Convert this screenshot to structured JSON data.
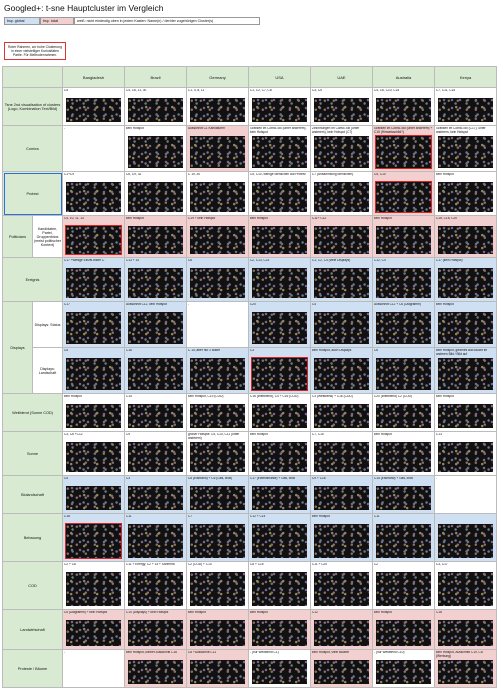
{
  "title": "Googled+: t-sne Hauptcluster im Vergleich",
  "legend": {
    "global": "bsp. global",
    "local": "bsp. lokal",
    "unclear": "weiß: nicht eindeutig\noben in jedem Kasten: Name(n) / der/der zugehörigen Cluster(s)"
  },
  "note": "Roter Rahmen, wo hohe Clusterung in einer vielstelliger Kuriositäten Partie. Für Methodenrahmen.",
  "countries": [
    "Bangladesh",
    "Brazil",
    "Germany",
    "USA",
    "UAE",
    "Australia",
    "Kenya"
  ],
  "rows": [
    {
      "label": "Tsne 2nd visualisation of clusters (Logo, Kombination Text/Bild)",
      "sub": "",
      "cells": [
        {
          "t": "C5",
          "bg": "white"
        },
        {
          "t": "C4, C6, 11, 30",
          "bg": "white"
        },
        {
          "t": "C1, 4, 8, 11",
          "bg": "white"
        },
        {
          "t": "C1, C2, C7, C8",
          "bg": "white"
        },
        {
          "t": "C3, C5",
          "bg": "white"
        },
        {
          "t": "C4, C6, C10, C15",
          "bg": "white"
        },
        {
          "t": "C7, C11, C15",
          "bg": "white"
        }
      ]
    },
    {
      "label": "Comics",
      "sub": "",
      "cells": [
        {
          "t": "-",
          "bg": "white"
        },
        {
          "t": "kein Hotspot",
          "bg": "white"
        },
        {
          "t": "Ausschnitt C1 Karikaturen",
          "bg": "pink"
        },
        {
          "t": "Grafiken im Comic-Stil (unter anderem), kein Hotspot",
          "bg": "white"
        },
        {
          "t": "Zeichnungen im Comic-Stil (unter anderem), kein Hotspot (C7)",
          "bg": "white"
        },
        {
          "t": "Grafiken im Comic-Stil (unter anderem) + C15 (Hinweisschild?)",
          "bg": "pink"
        },
        {
          "t": "Grafiken im Comic-Stil (C17), unter anderem, kein Hotspot",
          "bg": "white"
        }
      ]
    },
    {
      "label": "Protest",
      "sub": "",
      "cells": [
        {
          "t": "C1+C9",
          "bg": "white"
        },
        {
          "t": "C6, C9, 32",
          "bg": "white"
        },
        {
          "t": "C 19, 30",
          "bg": "white"
        },
        {
          "t": "C5, C10, wenige Menschen auf Protest",
          "bg": "white"
        },
        {
          "t": "C7 (Ansammlung Menschen)",
          "bg": "white"
        },
        {
          "t": "C5, C10",
          "bg": "pink"
        },
        {
          "t": "kein Hotspot",
          "bg": "white"
        }
      ]
    },
    {
      "label": "Politicians",
      "sub": "Kandidaten, Partei, Gruppenfotos (meist politischer Kontext)",
      "cells": [
        {
          "t": "C4, 10, 11, 13",
          "bg": "pink"
        },
        {
          "t": "kein Hotspot",
          "bg": "pink"
        },
        {
          "t": "C19 + kein Hotspot",
          "bg": "pink"
        },
        {
          "t": "kein Hotspot",
          "bg": "pink"
        },
        {
          "t": "C11+ C12",
          "bg": "pink"
        },
        {
          "t": "kein Hotspot",
          "bg": "pink"
        },
        {
          "t": "C16, C18, C20",
          "bg": "pink"
        }
      ]
    },
    {
      "label": "Ereignis",
      "sub": "",
      "cells": [
        {
          "t": "C17 +wenige Einzel-bilder C",
          "bg": "blue"
        },
        {
          "t": "C13 + 14",
          "bg": "blue"
        },
        {
          "t": "C6",
          "bg": "blue"
        },
        {
          "t": "C2, C13, C23",
          "bg": "blue"
        },
        {
          "t": "C1, C2, C4 (viele Displays)",
          "bg": "blue"
        },
        {
          "t": "C12, C4",
          "bg": "blue"
        },
        {
          "t": "C17 (kein Hotspot)",
          "bg": "blue"
        }
      ]
    },
    {
      "label": "Displays",
      "sub": "Displays: Status",
      "cells": [
        {
          "t": "C17",
          "bg": "blue"
        },
        {
          "t": "Ausschnitt C12, kein Hotspot",
          "bg": "blue"
        },
        {
          "t": "-",
          "bg": "white"
        },
        {
          "t": "C20",
          "bg": "blue"
        },
        {
          "t": "C4",
          "bg": "blue"
        },
        {
          "t": "Ausschnitt C12 + C6 (Diagramm)",
          "bg": "blue"
        },
        {
          "t": "kein Hotspot",
          "bg": "blue"
        }
      ]
    },
    {
      "label": "",
      "sub": "Displays: Landschaft",
      "cells": [
        {
          "t": "C5",
          "bg": "blue"
        },
        {
          "t": "C16",
          "bg": "blue"
        },
        {
          "t": "C 14, aber nur 2 Bilder",
          "bg": "blue"
        },
        {
          "t": "C3",
          "bg": "blue"
        },
        {
          "t": "kein Hotspot, auch Displays",
          "bg": "blue"
        },
        {
          "t": "C6",
          "bg": "blue"
        },
        {
          "t": "kein Hotspot, gleiches Bild taucht im anderen Bild / Bild auf",
          "bg": "blue"
        }
      ]
    },
    {
      "label": "Weitblend (Sonne COD)",
      "sub": "",
      "cells": [
        {
          "t": "kein Hotspot",
          "bg": "white"
        },
        {
          "t": "C15",
          "bg": "white"
        },
        {
          "t": "kein Hotspot, C19 (COD)",
          "bg": "white"
        },
        {
          "t": "C16 (Weitblend), C4 + C16 (COD)",
          "bg": "white"
        },
        {
          "t": "C3 (Weitblend) + C16 (COD)",
          "bg": "white"
        },
        {
          "t": "C20 (Weitblend) C2 (COD)",
          "bg": "white"
        },
        {
          "t": "kein Hotspot",
          "bg": "white"
        }
      ]
    },
    {
      "label": "Sonne",
      "sub": "",
      "cells": [
        {
          "t": "C3, C6 +C12",
          "bg": "white"
        },
        {
          "t": "C9",
          "bg": "white"
        },
        {
          "t": "großer Hotspot: C5, C10, C11 (unter anderem)",
          "bg": "white"
        },
        {
          "t": "kein Hotspot",
          "bg": "white"
        },
        {
          "t": "C7, C15",
          "bg": "white"
        },
        {
          "t": "kein Hotspot",
          "bg": "white"
        },
        {
          "t": "C13",
          "bg": "white"
        }
      ]
    },
    {
      "label": "Biolandschaft",
      "sub": "",
      "cells": [
        {
          "t": "C5",
          "bg": "blue"
        },
        {
          "t": "C3",
          "bg": "blue"
        },
        {
          "t": "C8 (Eisbrand) + C6 (Gas, chat)",
          "bg": "blue"
        },
        {
          "t": "C17 (Extensmarke) + Gas, chat",
          "bg": "blue"
        },
        {
          "t": "C9 + C18",
          "bg": "blue"
        },
        {
          "t": "C15 (Eisbrand) + Gas, chat",
          "bg": "blue"
        },
        {
          "t": "-",
          "bg": "white"
        }
      ]
    },
    {
      "label": "Bebauung",
      "sub": "",
      "cells": [
        {
          "t": "C18",
          "bg": "blue"
        },
        {
          "t": "C11",
          "bg": "blue"
        },
        {
          "t": "C7",
          "bg": "blue"
        },
        {
          "t": "C12 + C14",
          "bg": "blue"
        },
        {
          "t": "kein Hotspot",
          "bg": "blue"
        },
        {
          "t": "C11",
          "bg": "blue"
        },
        {
          "t": "",
          "bg": "blue"
        }
      ]
    },
    {
      "label": "COD",
      "sub": "",
      "cells": [
        {
          "t": "C2 + C8",
          "bg": "white"
        },
        {
          "t": "C11 + Energy, C2 + 14 + Sonnenb.",
          "bg": "white"
        },
        {
          "t": "C2 (COD) + C10",
          "bg": "white"
        },
        {
          "t": "C8 + C15",
          "bg": "white"
        },
        {
          "t": "C11 + C20",
          "bg": "white"
        },
        {
          "t": "C2",
          "bg": "white"
        },
        {
          "t": "C3, C17",
          "bg": "white"
        }
      ]
    },
    {
      "label": "Landwirtschaft",
      "sub": "",
      "cells": [
        {
          "t": "C5 (Diagramm) + kein Hotspot",
          "bg": "pink"
        },
        {
          "t": "C10 (Displays) + kein Hotspot",
          "bg": "pink"
        },
        {
          "t": "kein Hotspot",
          "bg": "pink"
        },
        {
          "t": "kein Hotspot",
          "bg": "pink"
        },
        {
          "t": "C12",
          "bg": "pink"
        },
        {
          "t": "kein Hotspot",
          "bg": "pink"
        },
        {
          "t": "C18",
          "bg": "pink"
        }
      ]
    },
    {
      "label": "Proteste / Bäume",
      "sub": "",
      "cells": [
        {
          "t": "-",
          "bg": "white"
        },
        {
          "t": "kein Hotspot, kleiner Ausschnitt C16",
          "bg": "pink"
        },
        {
          "t": "C8 +Ausschnitt C11",
          "bg": "pink"
        },
        {
          "t": "- (nur Weitblend C1)",
          "bg": "white"
        },
        {
          "t": "kein Hotspot, viele Bäume",
          "bg": "pink"
        },
        {
          "t": "- (nur Weitblend C10)",
          "bg": "white"
        },
        {
          "t": "kein Hotspot, Ausschnitt C19, C8 (Werbung)",
          "bg": "pink"
        }
      ]
    }
  ]
}
